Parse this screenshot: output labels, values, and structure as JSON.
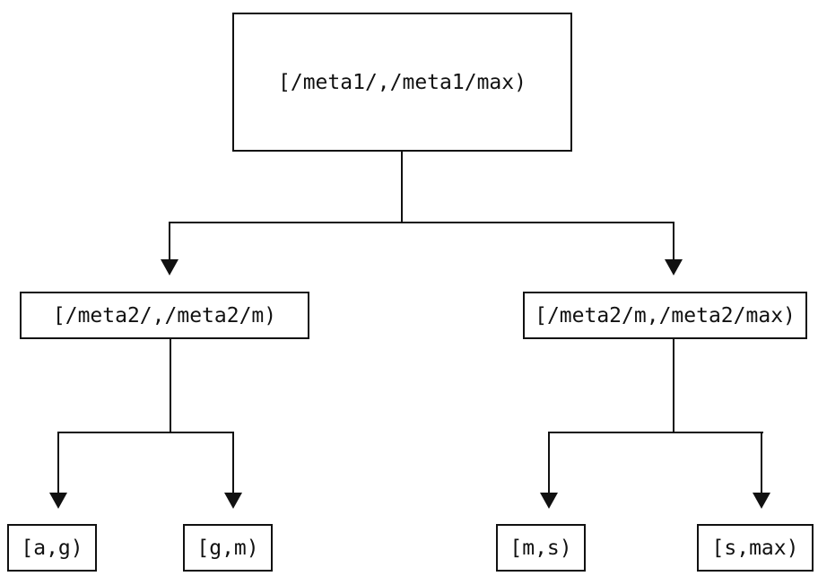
{
  "diagram": {
    "type": "tree",
    "nodes": {
      "root": {
        "label": "[/meta1/,/meta1/max)"
      },
      "mid_left": {
        "label": "[/meta2/,/meta2/m)"
      },
      "mid_right": {
        "label": "[/meta2/m,/meta2/max)"
      },
      "leaf_ag": {
        "label": "[a,g)"
      },
      "leaf_gm": {
        "label": "[g,m)"
      },
      "leaf_ms": {
        "label": "[m,s)"
      },
      "leaf_smax": {
        "label": "[s,max)"
      }
    },
    "edges": [
      {
        "from": "root",
        "to": "mid_left"
      },
      {
        "from": "root",
        "to": "mid_right"
      },
      {
        "from": "mid_left",
        "to": "leaf_ag"
      },
      {
        "from": "mid_left",
        "to": "leaf_gm"
      },
      {
        "from": "mid_right",
        "to": "leaf_ms"
      },
      {
        "from": "mid_right",
        "to": "leaf_smax"
      }
    ],
    "colors": {
      "line": "#111111",
      "text": "#111111",
      "node_fill": "#ffffff",
      "background": "#ffffff"
    }
  }
}
